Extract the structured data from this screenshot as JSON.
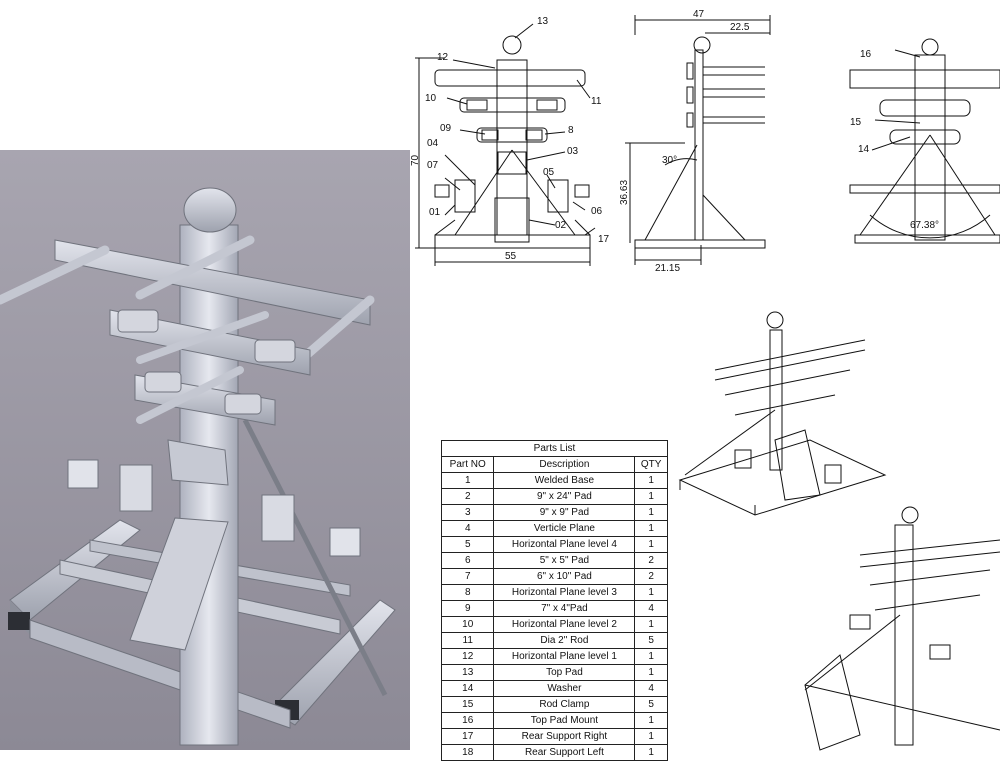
{
  "parts_list": {
    "title": "Parts List",
    "headers": [
      "Part NO",
      "Description",
      "QTY"
    ],
    "rows": [
      [
        "1",
        "Welded Base",
        "1"
      ],
      [
        "2",
        "9\" x 24\" Pad",
        "1"
      ],
      [
        "3",
        "9\" x 9\" Pad",
        "1"
      ],
      [
        "4",
        "Verticle Plane",
        "1"
      ],
      [
        "5",
        "Horizontal Plane level 4",
        "1"
      ],
      [
        "6",
        "5\" x 5\" Pad",
        "2"
      ],
      [
        "7",
        "6\" x 10\" Pad",
        "2"
      ],
      [
        "8",
        "Horizontal Plane level 3",
        "1"
      ],
      [
        "9",
        "7\" x 4\"Pad",
        "4"
      ],
      [
        "10",
        "Horizontal Plane level 2",
        "1"
      ],
      [
        "11",
        "Dia 2\" Rod",
        "5"
      ],
      [
        "12",
        "Horizontal Plane level 1",
        "1"
      ],
      [
        "13",
        "Top Pad",
        "1"
      ],
      [
        "14",
        "Washer",
        "4"
      ],
      [
        "15",
        "Rod Clamp",
        "5"
      ],
      [
        "16",
        "Top Pad Mount",
        "1"
      ],
      [
        "17",
        "Rear Support Right",
        "1"
      ],
      [
        "18",
        "Rear Support Left",
        "1"
      ]
    ]
  },
  "front_view": {
    "callouts": [
      "13",
      "12",
      "10",
      "11",
      "09",
      "8",
      "04",
      "03",
      "07",
      "05",
      "01",
      "06",
      "02",
      "17"
    ],
    "dims": {
      "height": "70",
      "width": "55"
    }
  },
  "side_view": {
    "dims": {
      "overall_depth": "47",
      "top_offset": "22.5",
      "angle": "30°",
      "height": "36.63",
      "base_offset": "21.15"
    }
  },
  "rear_view": {
    "callouts": [
      "16",
      "15",
      "14"
    ],
    "dims": {
      "angle": "67.38°"
    }
  },
  "colors": {
    "render_bg": "#9d9aa6",
    "metal": "#c9ccd6",
    "line": "#111111"
  }
}
